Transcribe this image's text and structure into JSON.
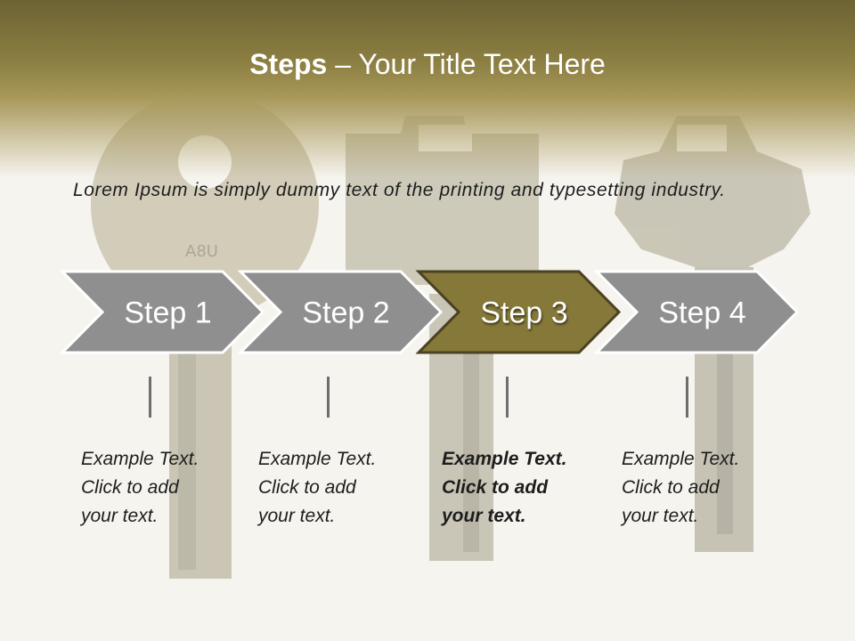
{
  "slide": {
    "title_bold": "Steps",
    "title_rest": " – Your Title Text Here",
    "intro_text": "Lorem Ipsum is simply dummy text of the printing and typesetting industry.",
    "colors": {
      "accent": "#857839",
      "chevron_gray": "#8f8f8f",
      "chevron_border": "#ffffff",
      "header_dark": "#6d6233",
      "text": "#1d1d1d"
    },
    "steps": [
      {
        "label": "Step 1",
        "active": false,
        "lines": [
          "Example Text.",
          "Click  to add",
          "your text."
        ]
      },
      {
        "label": "Step 2",
        "active": false,
        "lines": [
          "Example Text.",
          "Click  to add",
          "your text."
        ]
      },
      {
        "label": "Step 3",
        "active": true,
        "lines": [
          "Example Text.",
          "Click  to add",
          "your text."
        ]
      },
      {
        "label": "Step 4",
        "active": false,
        "lines": [
          "Example Text.",
          "Click  to add",
          "your text."
        ]
      }
    ],
    "background_image": "keys-photo",
    "key_stamp": "A8U"
  }
}
